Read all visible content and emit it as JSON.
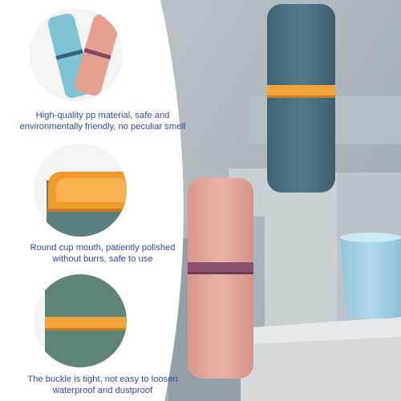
{
  "features": [
    {
      "lines": [
        "High-quality pp material, safe and",
        "environmentally friendly, no peculiar smell"
      ]
    },
    {
      "lines": [
        "Round cup mouth, patiently polished",
        "without burrs, safe to use"
      ]
    },
    {
      "lines": [
        "The buckle is tight, not easy to loosen",
        "waterproof and dustproof"
      ]
    }
  ],
  "colors": {
    "caption_text": "#2f4aa6",
    "case_blue": "#4d7280",
    "case_pink": "#e4a89a",
    "band_orange": "#f2a23c",
    "band_purple": "#8a5070",
    "cup_light_blue": "#a5d3e6",
    "background_gray": "#a8b3b9"
  },
  "icons": [
    "circle-photo-case-pair",
    "circle-photo-cup-mouth",
    "circle-photo-buckle"
  ]
}
